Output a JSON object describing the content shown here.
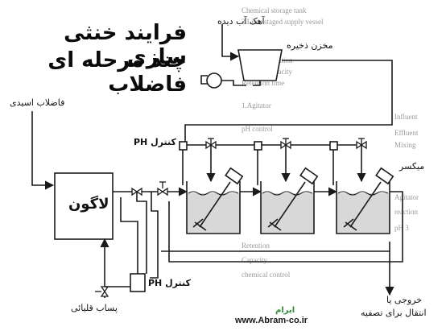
{
  "title": {
    "line1": "فرایند خنثی سازی",
    "line2": "چند مرحله ای فاضلاب"
  },
  "labels": {
    "lime_milk": "آهک آب دیده",
    "storage_tank": "مخزن ذخیره",
    "acid_wastewater": "فاضلاب اسیدی",
    "lagoon": "لاگون",
    "ph_control_top": "کنترل PH",
    "ph_control_bottom": "کنترل PH",
    "mixer": "میکسر",
    "alkaline_effluent": "پساب قلیائی",
    "outlet_line1": "خروجی یا",
    "outlet_line2": "انتقال برای تصفیه"
  },
  "watermark": {
    "logo_text": "ابرام",
    "url": "www.Abram-co.ir"
  },
  "background_text": [
    "Chemical storage tank",
    "2.Lime staged supply vessel",
    "Recommendation",
    "Size and capacity",
    "Retention time",
    "1.Agitator",
    "Influent",
    "pH control",
    "Effluent",
    "Mixing",
    "Agitator",
    "reaction",
    "pH 3",
    "Retention",
    "Capacity",
    "chemical control"
  ],
  "colors": {
    "line": "#1a1a1a",
    "liquid_fill": "#d8d8d8",
    "watermark_green": "#2e8b3a",
    "watermark_blue": "#1a4fa0"
  }
}
